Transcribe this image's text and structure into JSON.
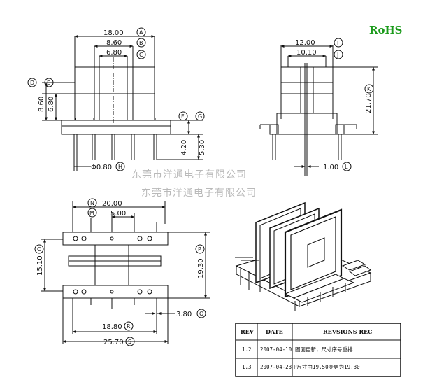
{
  "rohs": "RoHS",
  "watermark": [
    "东莞市洋通电子有限公司",
    "东莞市洋通电子有限公司"
  ],
  "front_view": {
    "dims": {
      "A": "18.00",
      "B": "8.60",
      "C": "6.80",
      "D": "8.60",
      "E": "6.80",
      "F": "4.20",
      "G": "5.30",
      "H": "Φ0.80"
    }
  },
  "side_view": {
    "dims": {
      "I": "12.00",
      "J": "10.10",
      "K": "21.70",
      "L": "1.00"
    }
  },
  "bottom_view": {
    "dims": {
      "N": "20.00",
      "M": "5.00",
      "O": "15.10",
      "P": "19.30",
      "Q": "3.80",
      "R": "18.80",
      "S": "25.70"
    }
  },
  "rev_table": {
    "headers": [
      "REV",
      "DATE",
      "REVSIONS REC"
    ],
    "rows": [
      [
        "1.2",
        "2007-04-10",
        "图面更新，尺寸序号重排"
      ],
      [
        "1.3",
        "2007-04-23",
        "P尺寸由19.50变更为19.30"
      ]
    ]
  }
}
